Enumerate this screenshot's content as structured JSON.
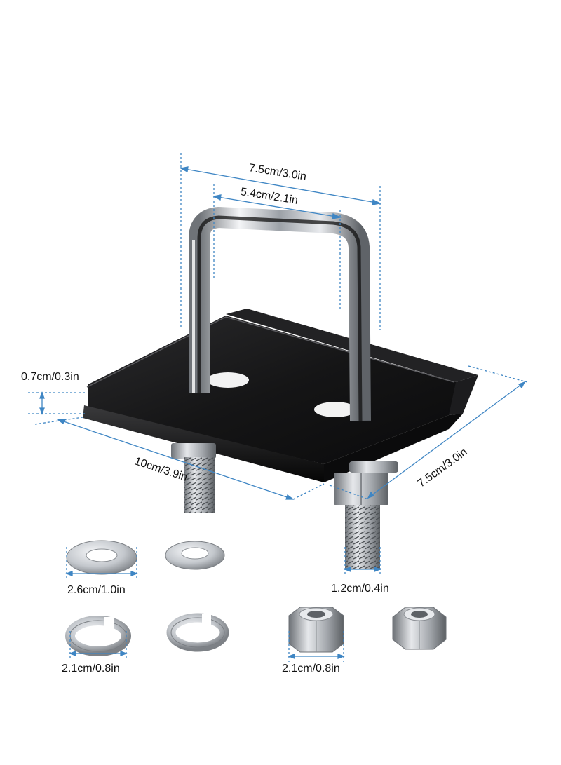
{
  "dimensions": {
    "top_width": "7.5cm/3.0in",
    "inner_width": "5.4cm/2.1in",
    "thickness": "0.7cm/0.3in",
    "plate_length": "10cm/3.9in",
    "plate_depth": "7.5cm/3.0in",
    "bolt_diameter": "1.2cm/0.4in",
    "flat_washer": "2.6cm/1.0in",
    "lock_washer": "2.1cm/0.8in",
    "hex_nut": "2.1cm/0.8in"
  },
  "colors": {
    "dimension_line": "#3f86c4",
    "plate": "#111111",
    "steel": "#c9cdd2"
  }
}
